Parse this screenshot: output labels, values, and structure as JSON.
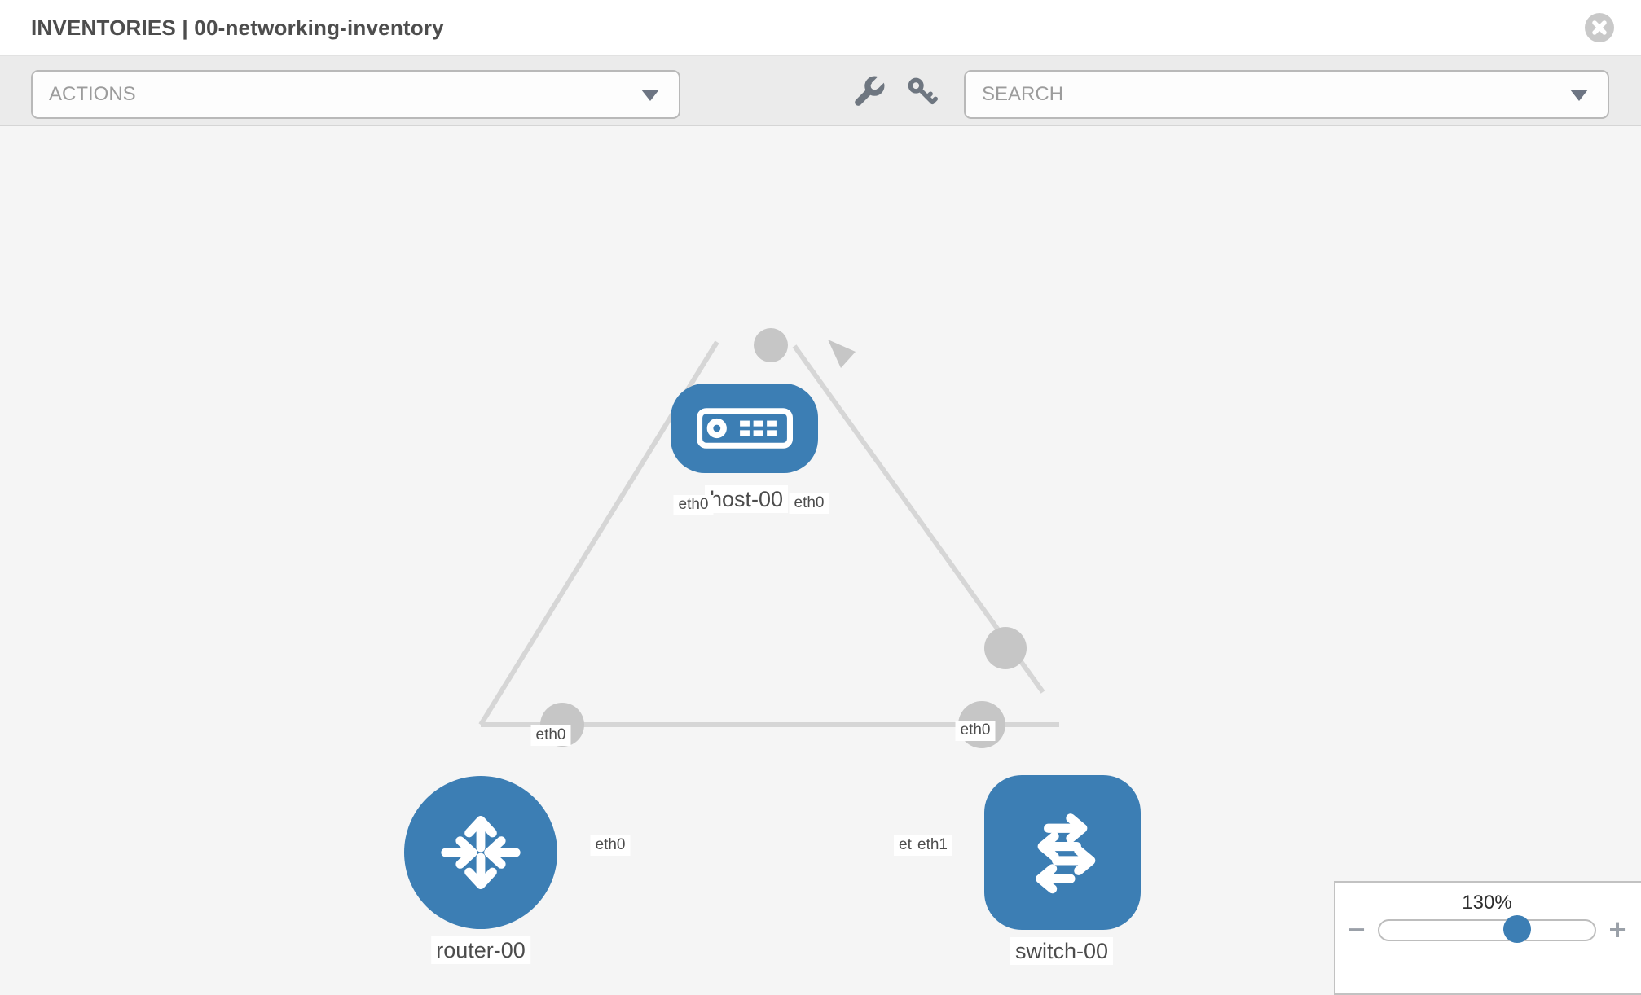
{
  "header": {
    "title": "INVENTORIES | 00-networking-inventory",
    "close_icon": "circle-x"
  },
  "toolbar": {
    "actions_placeholder": "ACTIONS",
    "search_placeholder": "SEARCH",
    "tool_icons": [
      "wrench",
      "key"
    ]
  },
  "canvas": {
    "nodes": [
      {
        "id": "host-00",
        "label": "host-00",
        "type": "host",
        "shape": "rounded-rect",
        "icon": "host-device"
      },
      {
        "id": "router-00",
        "label": "router-00",
        "type": "router",
        "shape": "circle",
        "icon": "router-arrows"
      },
      {
        "id": "switch-00",
        "label": "switch-00",
        "type": "switch",
        "shape": "rounded-square",
        "icon": "switch-arrows"
      }
    ],
    "links": [
      {
        "source": "router-00",
        "target": "host-00",
        "source_interface": "eth0",
        "target_interface": "eth0"
      },
      {
        "source": "host-00",
        "target": "switch-00",
        "source_interface": "eth0",
        "target_interface": "eth0"
      },
      {
        "source": "router-00",
        "target": "switch-00",
        "source_interface": "eth0",
        "target_interface": "eth1",
        "overlapped_interface_label": "eth0"
      }
    ]
  },
  "zoom_control": {
    "level": "130%",
    "zoom_out": "−",
    "zoom_in": "+"
  },
  "colors": {
    "node_blue": "#3c7eb4",
    "link_gray": "#d6d6d6",
    "port_gray": "#c6c6c6",
    "toolbar_bg": "#ebebeb",
    "canvas_bg": "#f5f5f5",
    "icon_gray": "#6e7680",
    "text_dark": "#4c4c4c",
    "placeholder_gray": "#9c9c9c"
  }
}
